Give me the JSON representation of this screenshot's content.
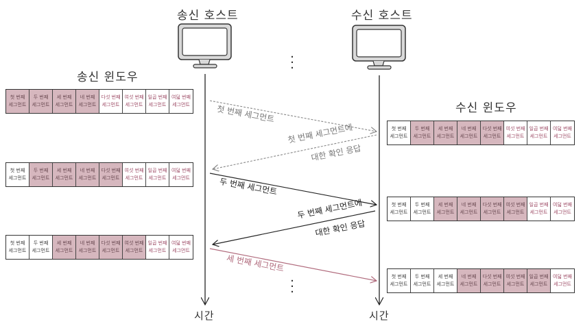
{
  "sender": {
    "host_label": "송신 호스트",
    "window_label": "송신 윈도우",
    "time_label": "시간"
  },
  "receiver": {
    "host_label": "수신 호스트",
    "window_label": "수신 윈도우",
    "time_label": "시간"
  },
  "segments": [
    {
      "line1": "첫 번째",
      "line2": "세그먼트"
    },
    {
      "line1": "두 번째",
      "line2": "세그먼트"
    },
    {
      "line1": "세 번째",
      "line2": "세그먼트"
    },
    {
      "line1": "네 번째",
      "line2": "세그먼트"
    },
    {
      "line1": "다섯 번째",
      "line2": "세그먼트"
    },
    {
      "line1": "여섯 번째",
      "line2": "세그먼트"
    },
    {
      "line1": "일곱 번째",
      "line2": "세그먼트"
    },
    {
      "line1": "여덟 번째",
      "line2": "세그먼트"
    }
  ],
  "sender_windows": [
    {
      "window_start": 0,
      "window_end": 3
    },
    {
      "window_start": 1,
      "window_end": 4
    },
    {
      "window_start": 2,
      "window_end": 5
    }
  ],
  "receiver_windows": [
    {
      "window_start": 1,
      "window_end": 4
    },
    {
      "window_start": 2,
      "window_end": 5
    },
    {
      "window_start": 3,
      "window_end": 6
    }
  ],
  "messages": [
    {
      "label": "첫 번째 세그먼트",
      "direction": "sender-to-receiver",
      "style": "dashed",
      "color": "#888888"
    },
    {
      "label_line1": "첫 번째 세그먼트에",
      "label_line2": "대한 확인 응답",
      "direction": "receiver-to-sender",
      "style": "dashed",
      "color": "#888888"
    },
    {
      "label": "두 번째 세그먼트",
      "direction": "sender-to-receiver",
      "style": "solid",
      "color": "#222222"
    },
    {
      "label_line1": "두 번째 세그먼트에",
      "label_line2": "대한 확인 응답",
      "direction": "receiver-to-sender",
      "style": "solid",
      "color": "#222222"
    },
    {
      "label": "세 번째 세그먼트",
      "direction": "sender-to-receiver",
      "style": "solid",
      "color": "#b06a7c"
    }
  ],
  "colors": {
    "window_fill": "#d6b7be",
    "future_text": "#a0506a",
    "monitor_fill": "#d9d9d9"
  }
}
